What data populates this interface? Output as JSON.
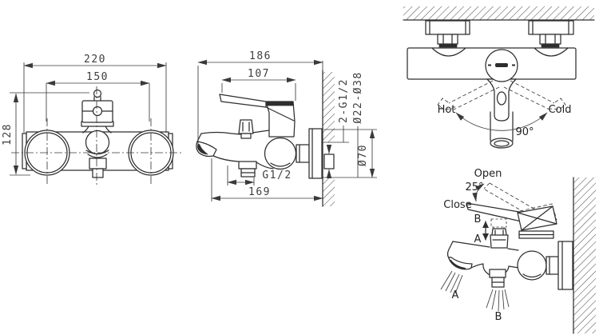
{
  "colors": {
    "background": "#ffffff",
    "ink": "#2e2e2e",
    "dim": "#3a3a3a"
  },
  "front_view": {
    "overall_width": "220",
    "hole_spacing": "150",
    "height": "128"
  },
  "side_view": {
    "overall_depth": "186",
    "handle_reach": "107",
    "spout_reach": "169",
    "outlet_thread": "G1/2",
    "inlet_thread": "2-G1/2",
    "eccentric_range": "Ø22-Ø38",
    "flange_diameter": "Ø70"
  },
  "top_view": {
    "hot_label": "Hot",
    "cold_label": "Cold",
    "handle_swing": "90°"
  },
  "operation_view": {
    "open_label": "Open",
    "close_label": "Close",
    "lift_angle": "25°",
    "diverter_pull": "B",
    "diverter_push": "A",
    "spout_outlet": "A",
    "shower_outlet": "B"
  }
}
